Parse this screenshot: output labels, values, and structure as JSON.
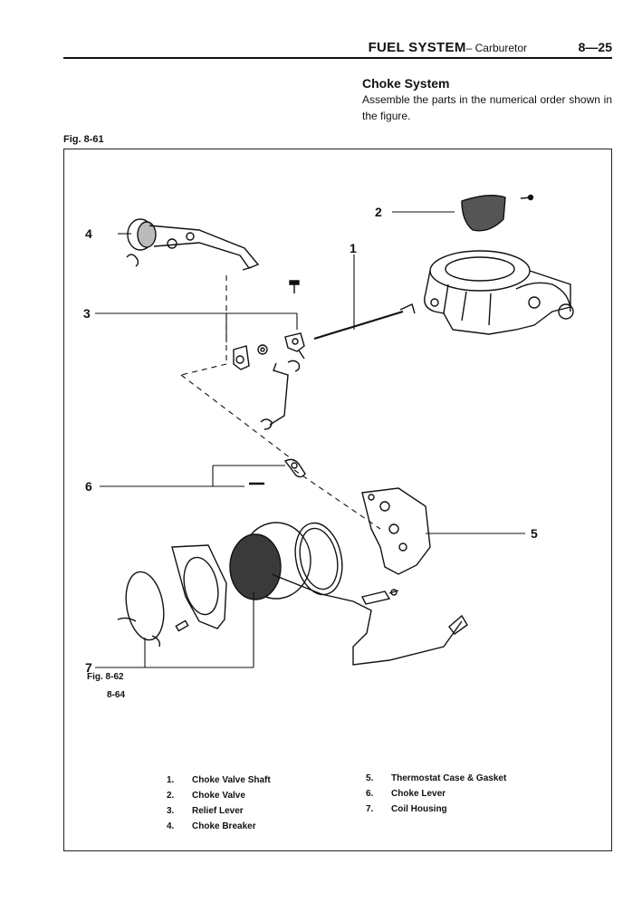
{
  "header": {
    "title": "FUEL SYSTEM",
    "subtitle": "– Carburetor",
    "page_number": "8—25"
  },
  "section": {
    "title": "Choke System",
    "body": "Assemble the parts in the numerical order shown in the figure."
  },
  "figure": {
    "label": "Fig. 8-61",
    "callouts": [
      "1",
      "2",
      "3",
      "4",
      "5",
      "6",
      "7"
    ],
    "ref_top": "Fig. 8-62",
    "ref_bottom": "8-64"
  },
  "legend": {
    "left": [
      {
        "num": "1.",
        "text": "Choke Valve Shaft"
      },
      {
        "num": "2.",
        "text": "Choke Valve"
      },
      {
        "num": "3.",
        "text": "Relief Lever"
      },
      {
        "num": "4.",
        "text": "Choke Breaker"
      }
    ],
    "right": [
      {
        "num": "5.",
        "text": "Thermostat Case & Gasket"
      },
      {
        "num": "6.",
        "text": "Choke Lever"
      },
      {
        "num": "7.",
        "text": "Coil Housing"
      }
    ]
  }
}
